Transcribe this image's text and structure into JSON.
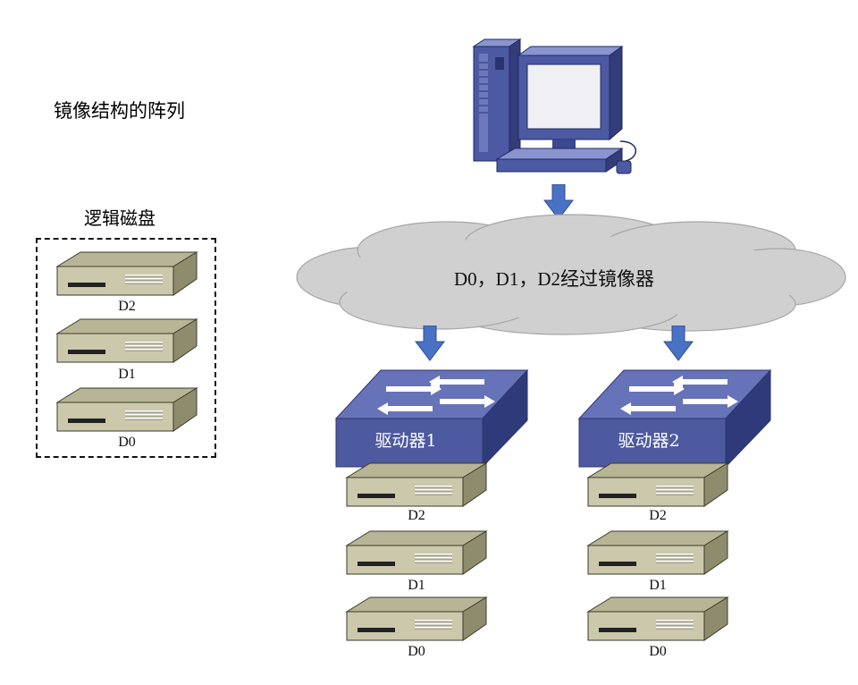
{
  "title": "镜像结构的阵列",
  "logical_group": {
    "label": "逻辑磁盘",
    "disks": [
      "D2",
      "D1",
      "D0"
    ]
  },
  "cloud": {
    "label": "D0，D1，D2经过镜像器"
  },
  "drivers": [
    {
      "label": "驱动器1",
      "disks": [
        "D2",
        "D1",
        "D0"
      ]
    },
    {
      "label": "驱动器2",
      "disks": [
        "D2",
        "D1",
        "D0"
      ]
    }
  ],
  "colors": {
    "disk_face": "#c9c6a8",
    "disk_top": "#b6b394",
    "disk_side": "#8f8c6e",
    "switch_front": "#4d5aa0",
    "switch_top": "#6773b8",
    "arrow": "#4a72c4",
    "cloud": "#d0d0d0"
  }
}
